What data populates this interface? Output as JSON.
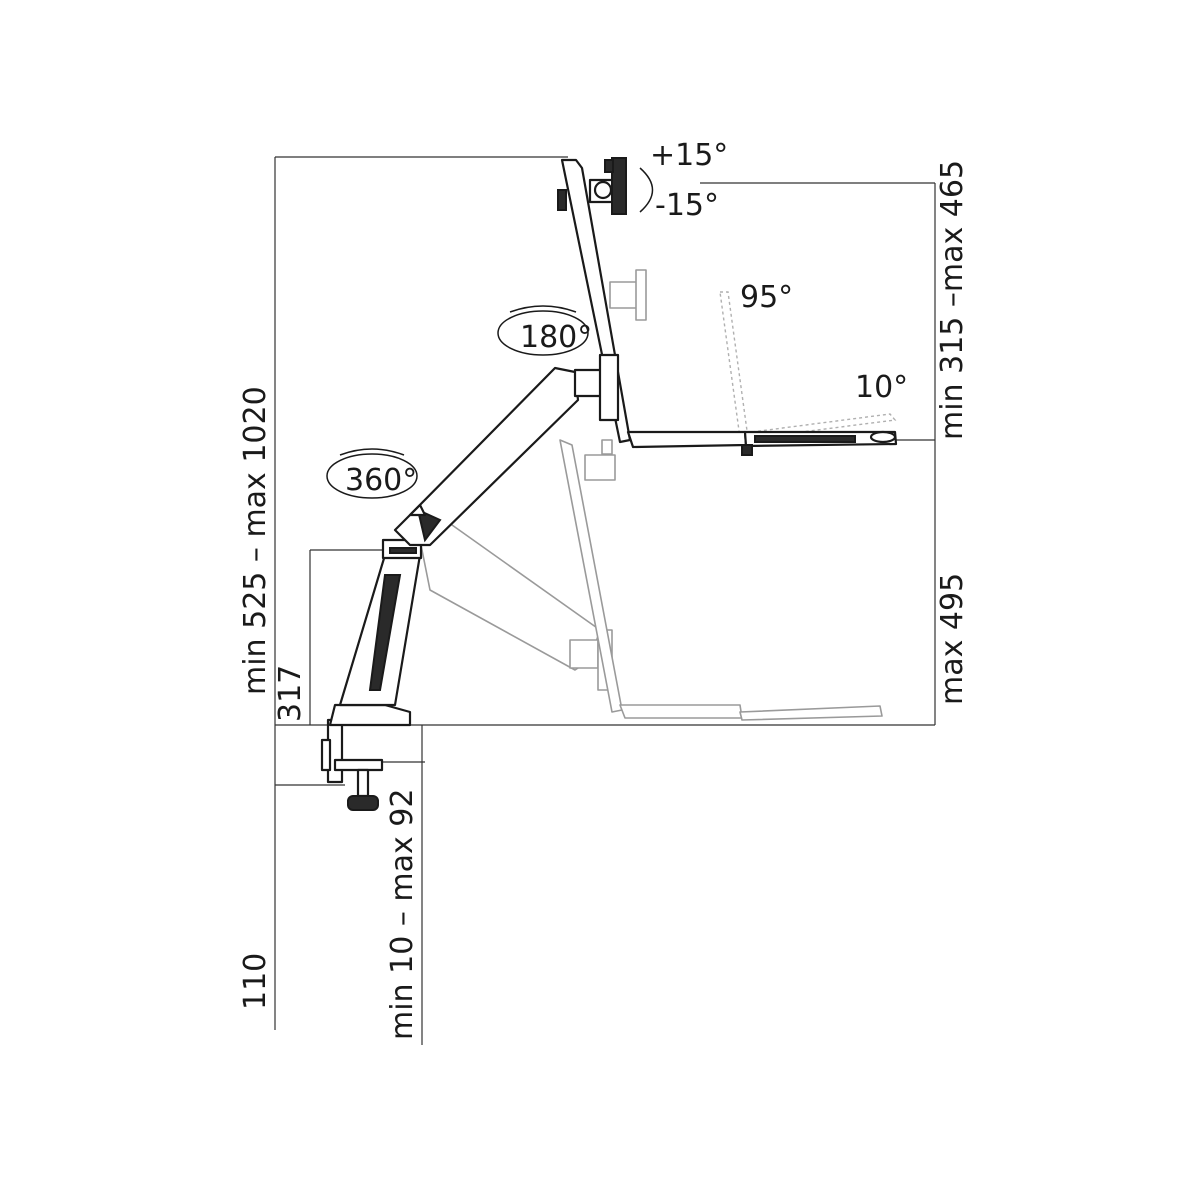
{
  "dimensions": {
    "overall_height": "min 525 – max 1020",
    "pole_height": "317",
    "clamp_depth": "110",
    "desk_thickness": "min 10 – max 92",
    "tray_height": "min 315 –max 465",
    "lower_height": "max 495"
  },
  "angles": {
    "tilt_up": "+15°",
    "tilt_down": "-15°",
    "rotate_arm": "180°",
    "rotate_base": "360°",
    "screen_tilt": "95°",
    "tray_tilt": "10°"
  },
  "colors": {
    "line": "#1a1a1a",
    "ghost": "#9a9a9a"
  }
}
